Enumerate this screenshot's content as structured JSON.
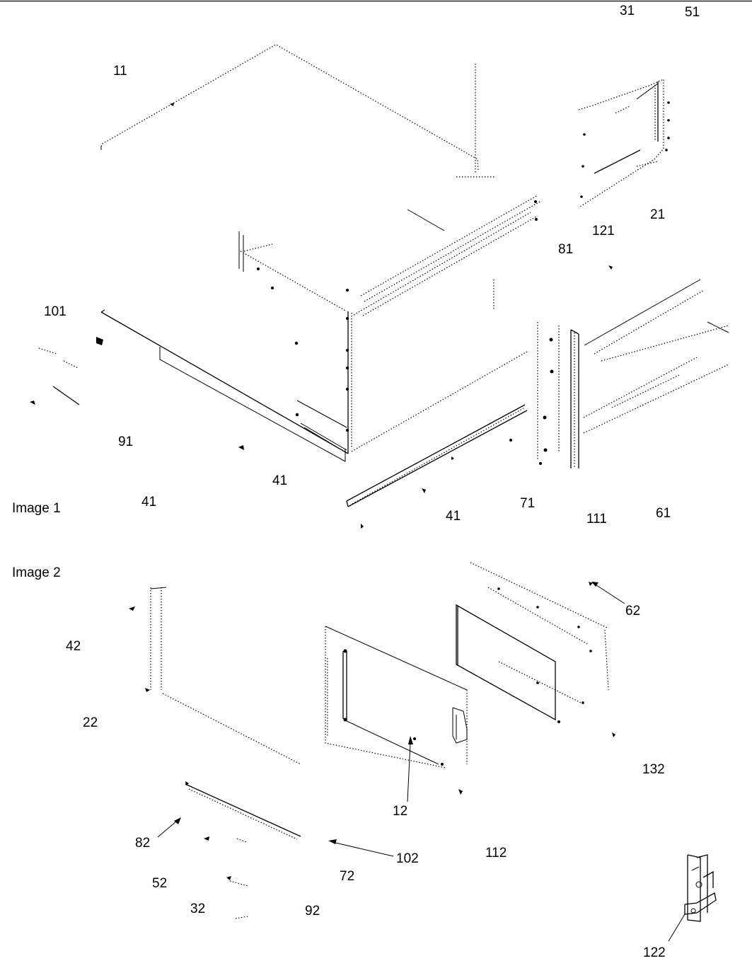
{
  "sections": {
    "image1": "Image 1",
    "image2": "Image 2"
  },
  "callouts": {
    "c31": "31",
    "c51": "51",
    "c11": "11",
    "c21": "21",
    "c121": "121",
    "c81": "81",
    "c101": "101",
    "c91": "91",
    "c41a": "41",
    "c41b": "41",
    "c41c": "41",
    "c71": "71",
    "c111": "111",
    "c61": "61",
    "c62": "62",
    "c42": "42",
    "c22": "22",
    "c132": "132",
    "c12": "12",
    "c82": "82",
    "c102": "102",
    "c112": "112",
    "c72": "72",
    "c52": "52",
    "c32": "32",
    "c92": "92",
    "c122": "122"
  }
}
